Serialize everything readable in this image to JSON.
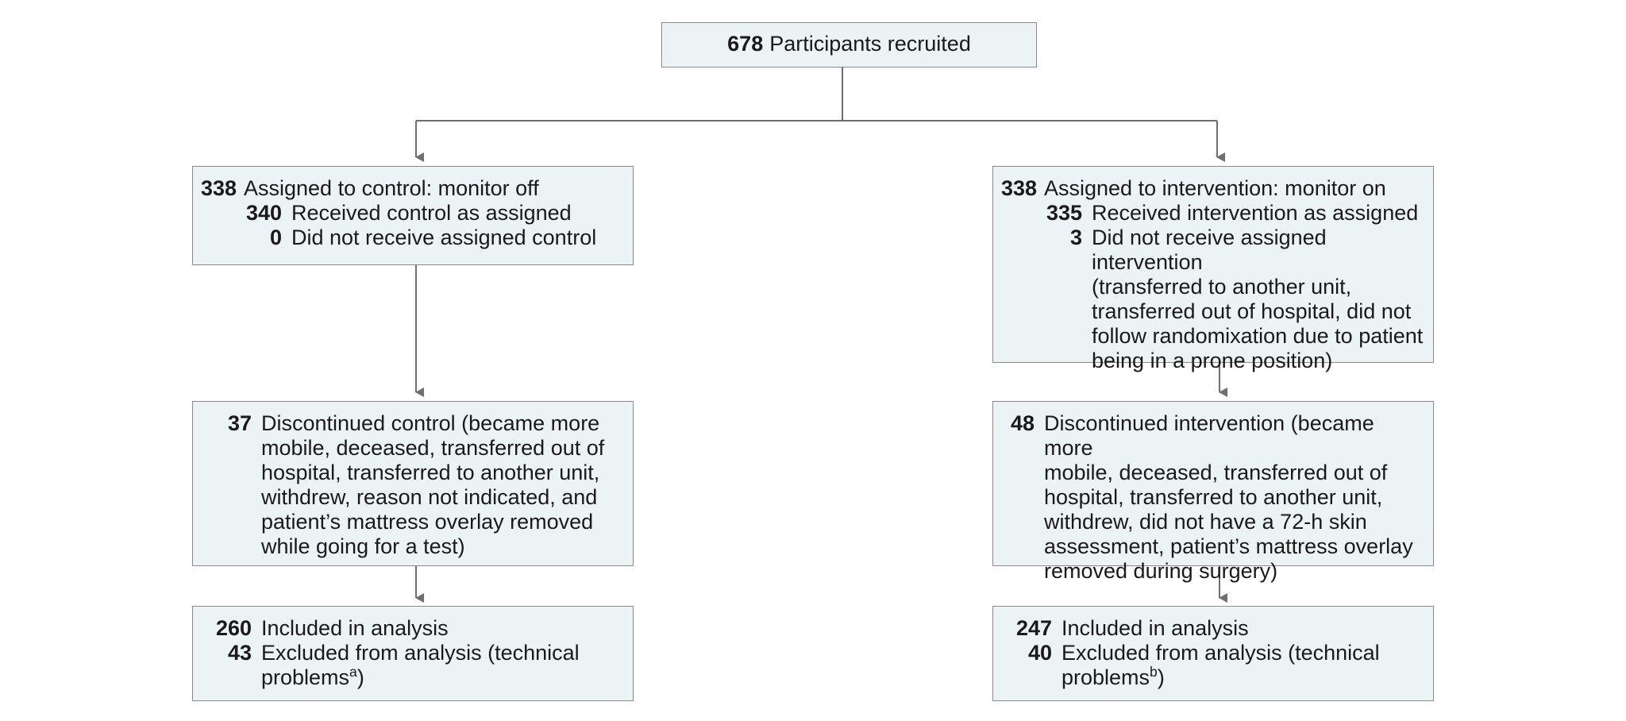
{
  "recruited": {
    "n": "678",
    "label": "Participants recruited"
  },
  "control": {
    "assigned": {
      "n": "338",
      "label": "Assigned to control: monitor off"
    },
    "received": {
      "n": "340",
      "label": "Received control as assigned"
    },
    "not_received": {
      "n": "0",
      "label": "Did not receive assigned control"
    },
    "discontinued": {
      "n": "37",
      "lines": [
        "Discontinued control (became more",
        "mobile, deceased, transferred out of",
        "hospital, transferred to another unit,",
        "withdrew, reason not indicated, and",
        "patient’s mattress overlay removed",
        "while going for a test)"
      ]
    },
    "included": {
      "n": "260",
      "label": "Included in analysis"
    },
    "excluded": {
      "n": "43",
      "line1": "Excluded from analysis (technical",
      "line2_pre": "problems",
      "sup": "a",
      "line2_post": ")"
    }
  },
  "intervention": {
    "assigned": {
      "n": "338",
      "label": "Assigned to intervention: monitor on"
    },
    "received": {
      "n": "335",
      "label": "Received intervention as assigned"
    },
    "not_received": {
      "n": "3",
      "lines": [
        "Did not receive assigned intervention",
        "(transferred to another unit,",
        "transferred out of hospital, did not",
        "follow randomixation due to patient",
        "being in a prone position)"
      ]
    },
    "discontinued": {
      "n": "48",
      "lines": [
        "Discontinued intervention (became more",
        "mobile, deceased, transferred out of",
        "hospital, transferred to another unit,",
        "withdrew, did not have a 72-h skin",
        "assessment, patient’s mattress overlay",
        "removed during surgery)"
      ]
    },
    "included": {
      "n": "247",
      "label": "Included in analysis"
    },
    "excluded": {
      "n": "40",
      "line1": "Excluded from analysis (technical",
      "line2_pre": "problems",
      "sup": "b",
      "line2_post": ")"
    }
  }
}
